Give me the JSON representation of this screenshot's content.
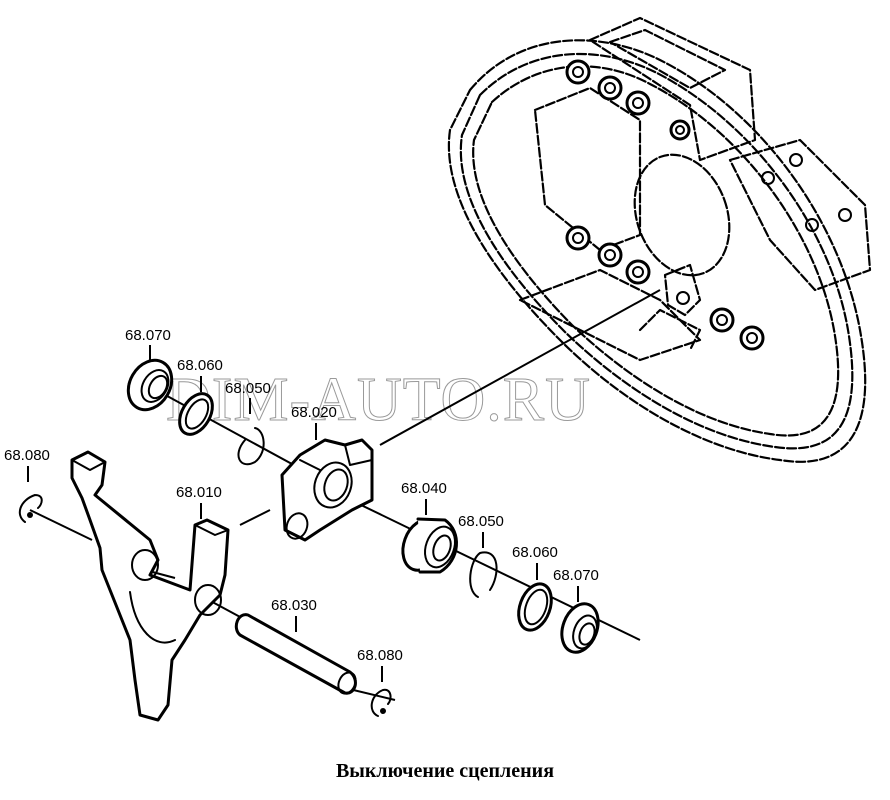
{
  "diagram": {
    "type": "exploded-parts-diagram",
    "title": "Выключение сцепления",
    "watermark": "DIM-AUTO.RU",
    "assembly": "clutch-housing",
    "callouts": [
      {
        "id": "c1",
        "label": "68.070",
        "part": "oil-seal"
      },
      {
        "id": "c2",
        "label": "68.060",
        "part": "washer"
      },
      {
        "id": "c3",
        "label": "68.050",
        "part": "retaining-ring"
      },
      {
        "id": "c4",
        "label": "68.020",
        "part": "bracket"
      },
      {
        "id": "c5",
        "label": "68.080",
        "part": "circlip"
      },
      {
        "id": "c6",
        "label": "68.010",
        "part": "release-fork"
      },
      {
        "id": "c7",
        "label": "68.040",
        "part": "bearing"
      },
      {
        "id": "c8",
        "label": "68.050",
        "part": "retaining-ring"
      },
      {
        "id": "c9",
        "label": "68.060",
        "part": "washer"
      },
      {
        "id": "c10",
        "label": "68.070",
        "part": "oil-seal"
      },
      {
        "id": "c11",
        "label": "68.030",
        "part": "shaft"
      },
      {
        "id": "c12",
        "label": "68.080",
        "part": "circlip"
      }
    ]
  }
}
